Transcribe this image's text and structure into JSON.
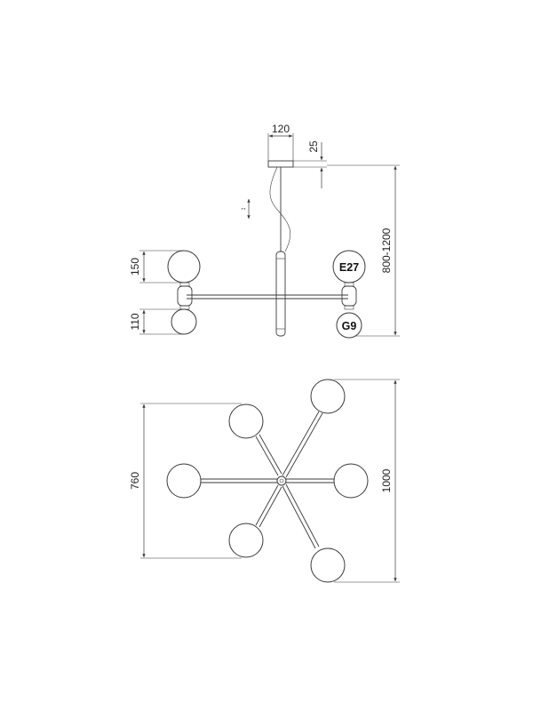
{
  "side_view": {
    "dims": {
      "canopy_width": "120",
      "canopy_height": "25",
      "drop_height": "800-1200",
      "globe_large": "150",
      "globe_small": "110"
    },
    "socket_labels": {
      "top": "E27",
      "bottom": "G9"
    },
    "height_adjust_marker": "↕"
  },
  "top_view": {
    "dims": {
      "width": "760",
      "length": "1000"
    }
  }
}
